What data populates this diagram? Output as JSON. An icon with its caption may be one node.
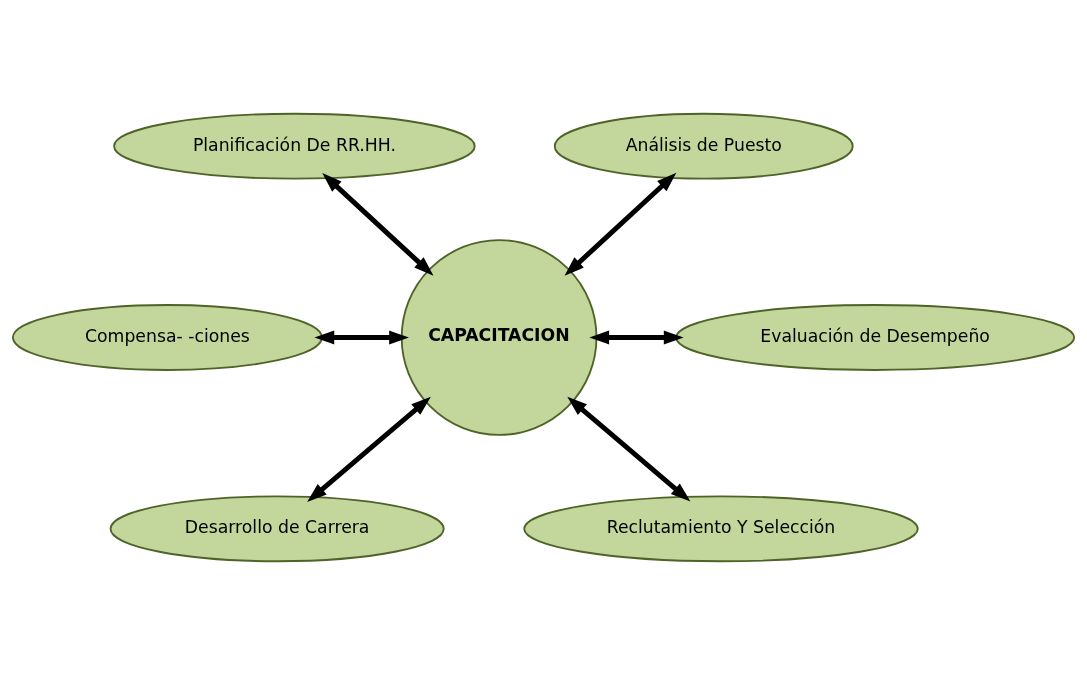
{
  "diagram": {
    "nodes": [
      {
        "text": [
          "Planificación De RR.HH."
        ]
      },
      {
        "text": [
          "Análisis de Puesto"
        ]
      },
      {
        "text": [
          "Compensa- -ciones"
        ]
      },
      {
        "text": [
          "CAPACITACION"
        ]
      },
      {
        "text": [
          "Evaluación de Desempeño"
        ]
      },
      {
        "text": [
          "Desarrollo de Carrera"
        ]
      },
      {
        "text": [
          "Reclutamiento Y Selección"
        ]
      }
    ],
    "edges": [
      {
        "from": 0,
        "to": 3,
        "arrow": "both"
      },
      {
        "from": 1,
        "to": 3,
        "arrow": "both"
      },
      {
        "from": 2,
        "to": 3,
        "arrow": "both"
      },
      {
        "from": 3,
        "to": 4,
        "arrow": "both"
      },
      {
        "from": 3,
        "to": 5,
        "arrow": "both"
      },
      {
        "from": 3,
        "to": 6,
        "arrow": "both"
      }
    ]
  }
}
